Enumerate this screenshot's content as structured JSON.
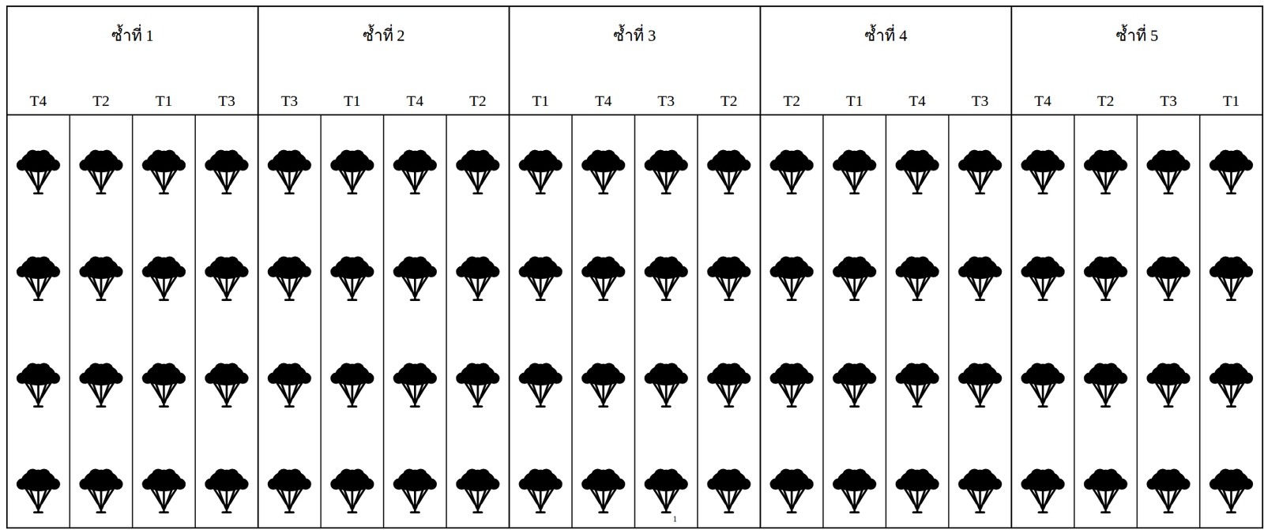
{
  "diagram": {
    "nodes": [
      {
        "text": [
          "ซ้ำที่ 1"
        ]
      },
      {
        "text": [
          "T4"
        ],
        "in": 0
      },
      {
        "text": [
          "T2"
        ],
        "in": 0
      },
      {
        "text": [
          "T1"
        ],
        "in": 0
      },
      {
        "text": [
          "T3"
        ],
        "in": 0
      },
      {
        "text": [
          "ซ้ำที่ 2"
        ]
      },
      {
        "text": [
          "T3"
        ],
        "in": 5
      },
      {
        "text": [
          "T1"
        ],
        "in": 5
      },
      {
        "text": [
          "T4"
        ],
        "in": 5
      },
      {
        "text": [
          "T2"
        ],
        "in": 5
      },
      {
        "text": [
          "ซ้ำที่ 3"
        ]
      },
      {
        "text": [
          "T1"
        ],
        "in": 10
      },
      {
        "text": [
          "T4"
        ],
        "in": 10
      },
      {
        "text": [
          "T3"
        ],
        "in": 10
      },
      {
        "text": [
          "T2"
        ],
        "in": 10
      },
      {
        "text": [
          "ซ้ำที่ 4"
        ]
      },
      {
        "text": [
          "T2"
        ],
        "in": 15
      },
      {
        "text": [
          "T1"
        ],
        "in": 15
      },
      {
        "text": [
          "T4"
        ],
        "in": 15
      },
      {
        "text": [
          "T3"
        ],
        "in": 15
      },
      {
        "text": [
          "ซ้ำที่ 5"
        ]
      },
      {
        "text": [
          "T4"
        ],
        "in": 20
      },
      {
        "text": [
          "T2"
        ],
        "in": 20
      },
      {
        "text": [
          "T3"
        ],
        "in": 20
      },
      {
        "text": [
          "T1"
        ],
        "in": 20
      }
    ],
    "labels": [
      "1"
    ]
  }
}
